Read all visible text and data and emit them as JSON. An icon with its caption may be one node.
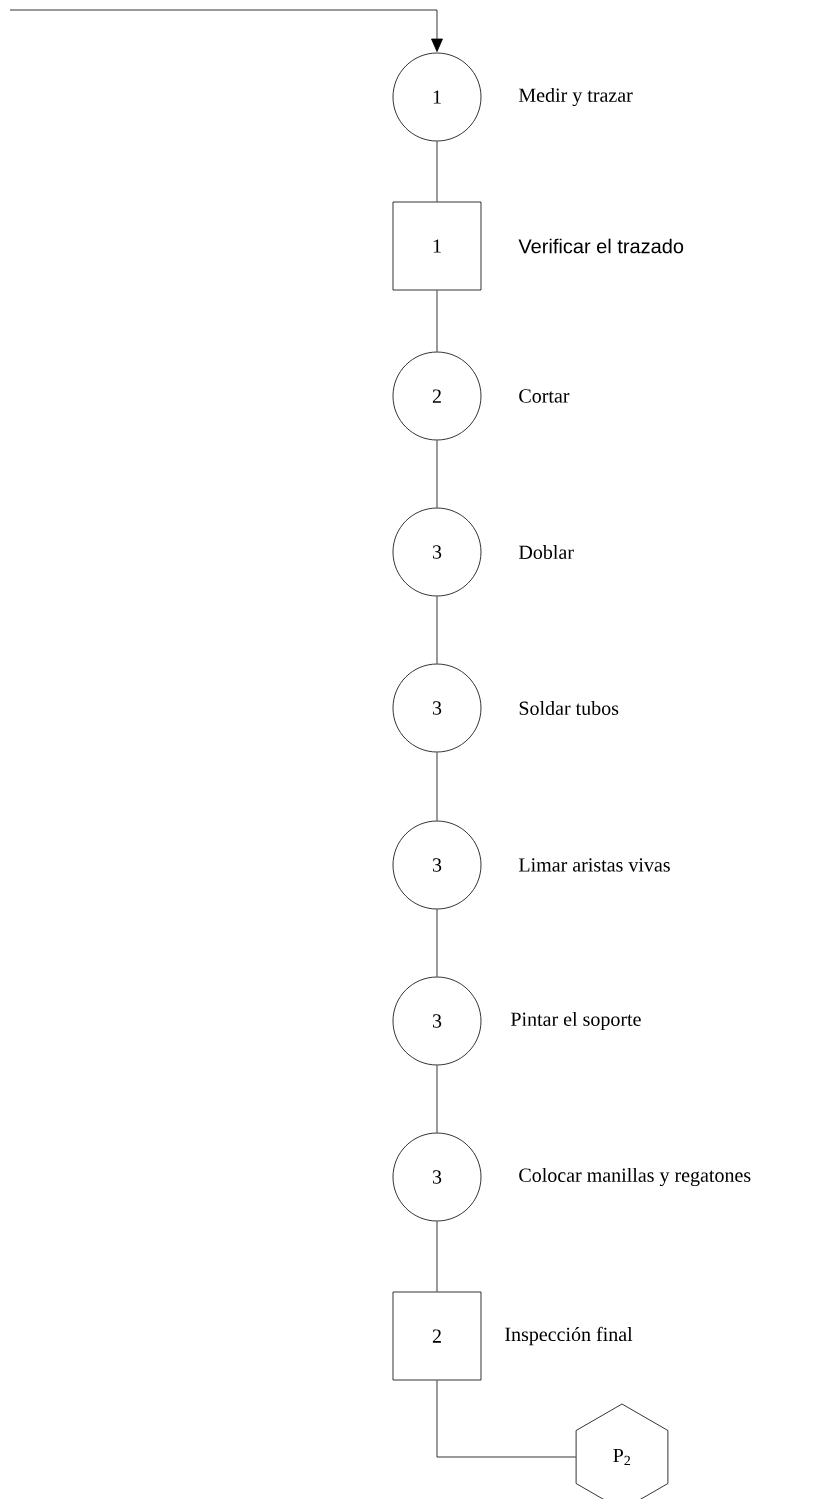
{
  "diagram": {
    "nodes": [
      {
        "text": [
          "1"
        ],
        "beside": [
          "Medir y trazar"
        ]
      },
      {
        "text": [
          "1"
        ],
        "beside": [
          "Verificar el trazado"
        ]
      },
      {
        "text": [
          "2"
        ],
        "beside": [
          "Cortar"
        ]
      },
      {
        "text": [
          "3"
        ],
        "beside": [
          "Doblar"
        ]
      },
      {
        "text": [
          "3"
        ],
        "beside": [
          "Soldar tubos"
        ]
      },
      {
        "text": [
          "3"
        ],
        "beside": [
          "Limar aristas vivas"
        ]
      },
      {
        "text": [
          "3"
        ],
        "beside": [
          "Pintar el soporte"
        ]
      },
      {
        "text": [
          "3"
        ],
        "beside": [
          "Colocar manillas y regatones"
        ]
      },
      {
        "text": [
          "2"
        ],
        "beside": [
          "Inspección final"
        ]
      },
      {
        "text": [
          "P$_{2}$"
        ]
      }
    ],
    "edges": [
      {
        "from": null,
        "to": 0,
        "arrow": "to"
      },
      {
        "from": 0,
        "to": 1,
        "arrow": "none"
      },
      {
        "from": 1,
        "to": 2,
        "arrow": "none"
      },
      {
        "from": 2,
        "to": 3,
        "arrow": "none"
      },
      {
        "from": 3,
        "to": 4,
        "arrow": "none"
      },
      {
        "from": 4,
        "to": 5,
        "arrow": "none"
      },
      {
        "from": 5,
        "to": 6,
        "arrow": "none"
      },
      {
        "from": 6,
        "to": 7,
        "arrow": "none"
      },
      {
        "from": 7,
        "to": 8,
        "arrow": "none"
      },
      {
        "from": 8,
        "to": 9,
        "arrow": "none"
      }
    ]
  }
}
